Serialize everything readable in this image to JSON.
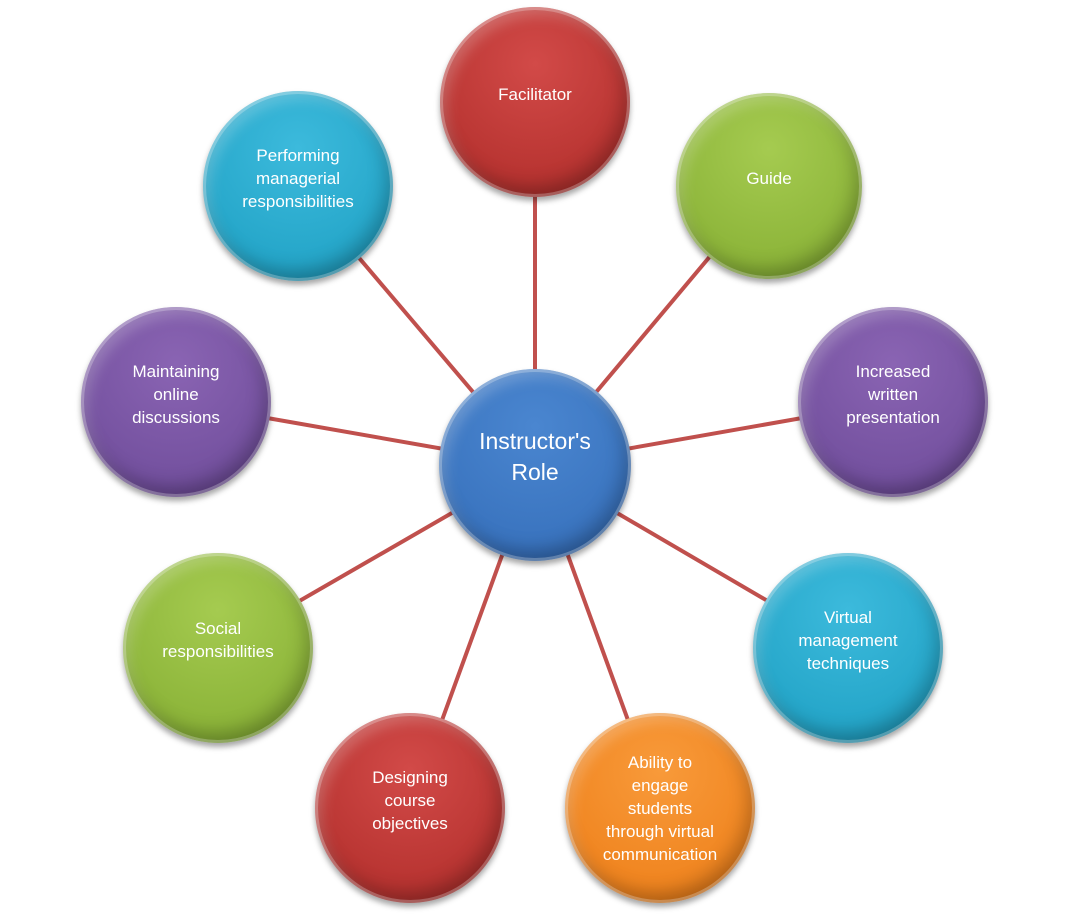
{
  "center": {
    "label": "Instructor's\nRole",
    "color": "#3a74bf"
  },
  "nodes": [
    {
      "label": "Facilitator",
      "color": "#b83431"
    },
    {
      "label": "Guide",
      "color": "#8db53a"
    },
    {
      "label": "Increased\nwritten\npresentation",
      "color": "#74519f"
    },
    {
      "label": "Virtual\nmanagement\ntechniques",
      "color": "#25a6c9"
    },
    {
      "label": "Ability to\nengage\nstudents\nthrough virtual\ncommunication",
      "color": "#f08520"
    },
    {
      "label": "Designing\ncourse\nobjectives",
      "color": "#b83431"
    },
    {
      "label": "Social\nresponsibilities",
      "color": "#8db53a"
    },
    {
      "label": "Maintaining\nonline\ndiscussions",
      "color": "#74519f"
    },
    {
      "label": "Performing\nmanagerial\nresponsibilities",
      "color": "#25a6c9"
    }
  ],
  "connector_color": "#c0504d"
}
